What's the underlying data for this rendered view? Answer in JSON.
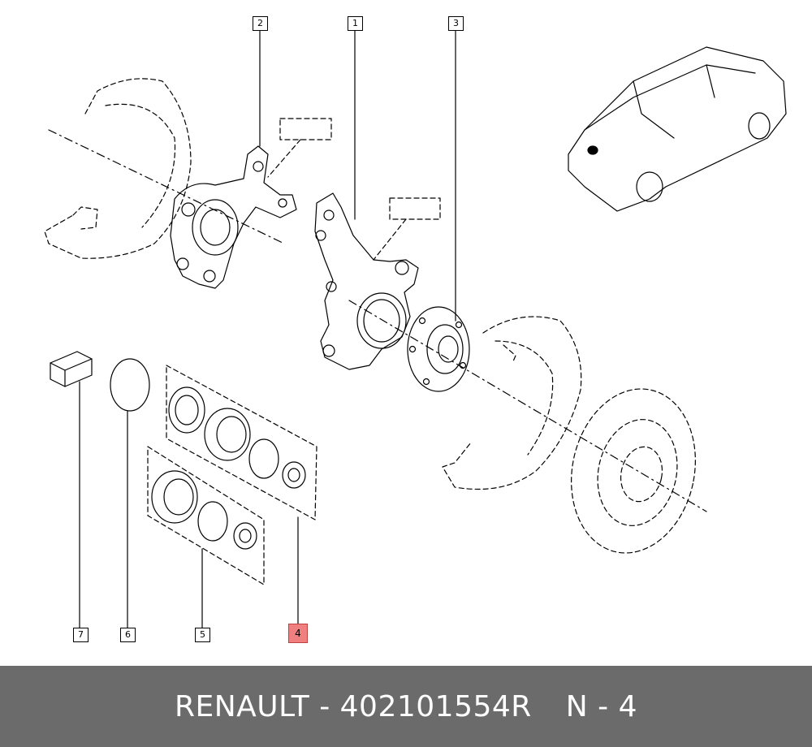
{
  "callouts": {
    "c1": "1",
    "c2": "2",
    "c3": "3",
    "c4": "4",
    "c5": "5",
    "c6": "6",
    "c7": "7"
  },
  "highlighted_callout": "4",
  "highlight_color": "#f08080",
  "footer": {
    "brand": "RENAULT",
    "separator": "-",
    "part_number": "402101554R",
    "position_label": "N - 4",
    "background": "#6b6b6b"
  }
}
